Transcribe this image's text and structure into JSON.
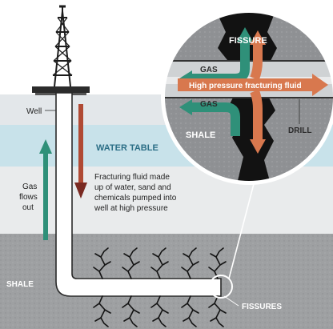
{
  "labels": {
    "well": "Well",
    "water_table": "WATER TABLE",
    "gas_flows_1": "Gas",
    "gas_flows_2": "flows",
    "gas_flows_3": "out",
    "fluid_1": "Fracturing fluid made",
    "fluid_2": "up of water, sand and",
    "fluid_3": "chemicals pumped into",
    "fluid_4": "well at high pressure",
    "shale": "SHALE",
    "fissures": "FISSURES"
  },
  "inset": {
    "fissure": "FISSURE",
    "gas_top": "GAS",
    "gas_bottom": "GAS",
    "fluid": "High pressure fracturing fluid",
    "shale": "SHALE",
    "drill": "DRILL"
  },
  "colors": {
    "sky": "#ffffff",
    "upper_ground": "#e3e7ea",
    "water_band": "#c8e2ea",
    "middle_ground": "#e9ebec",
    "shale_layer": "#9a9c9e",
    "gas_arrow": "#2f9079",
    "fluid_arrow": "#d8784e",
    "fluid_arrow_dark": "#7a2a22",
    "water_text": "#2b6e86"
  },
  "icons": [
    "drilling-rig-icon",
    "crack-icon",
    "magnifier-circle-icon"
  ]
}
